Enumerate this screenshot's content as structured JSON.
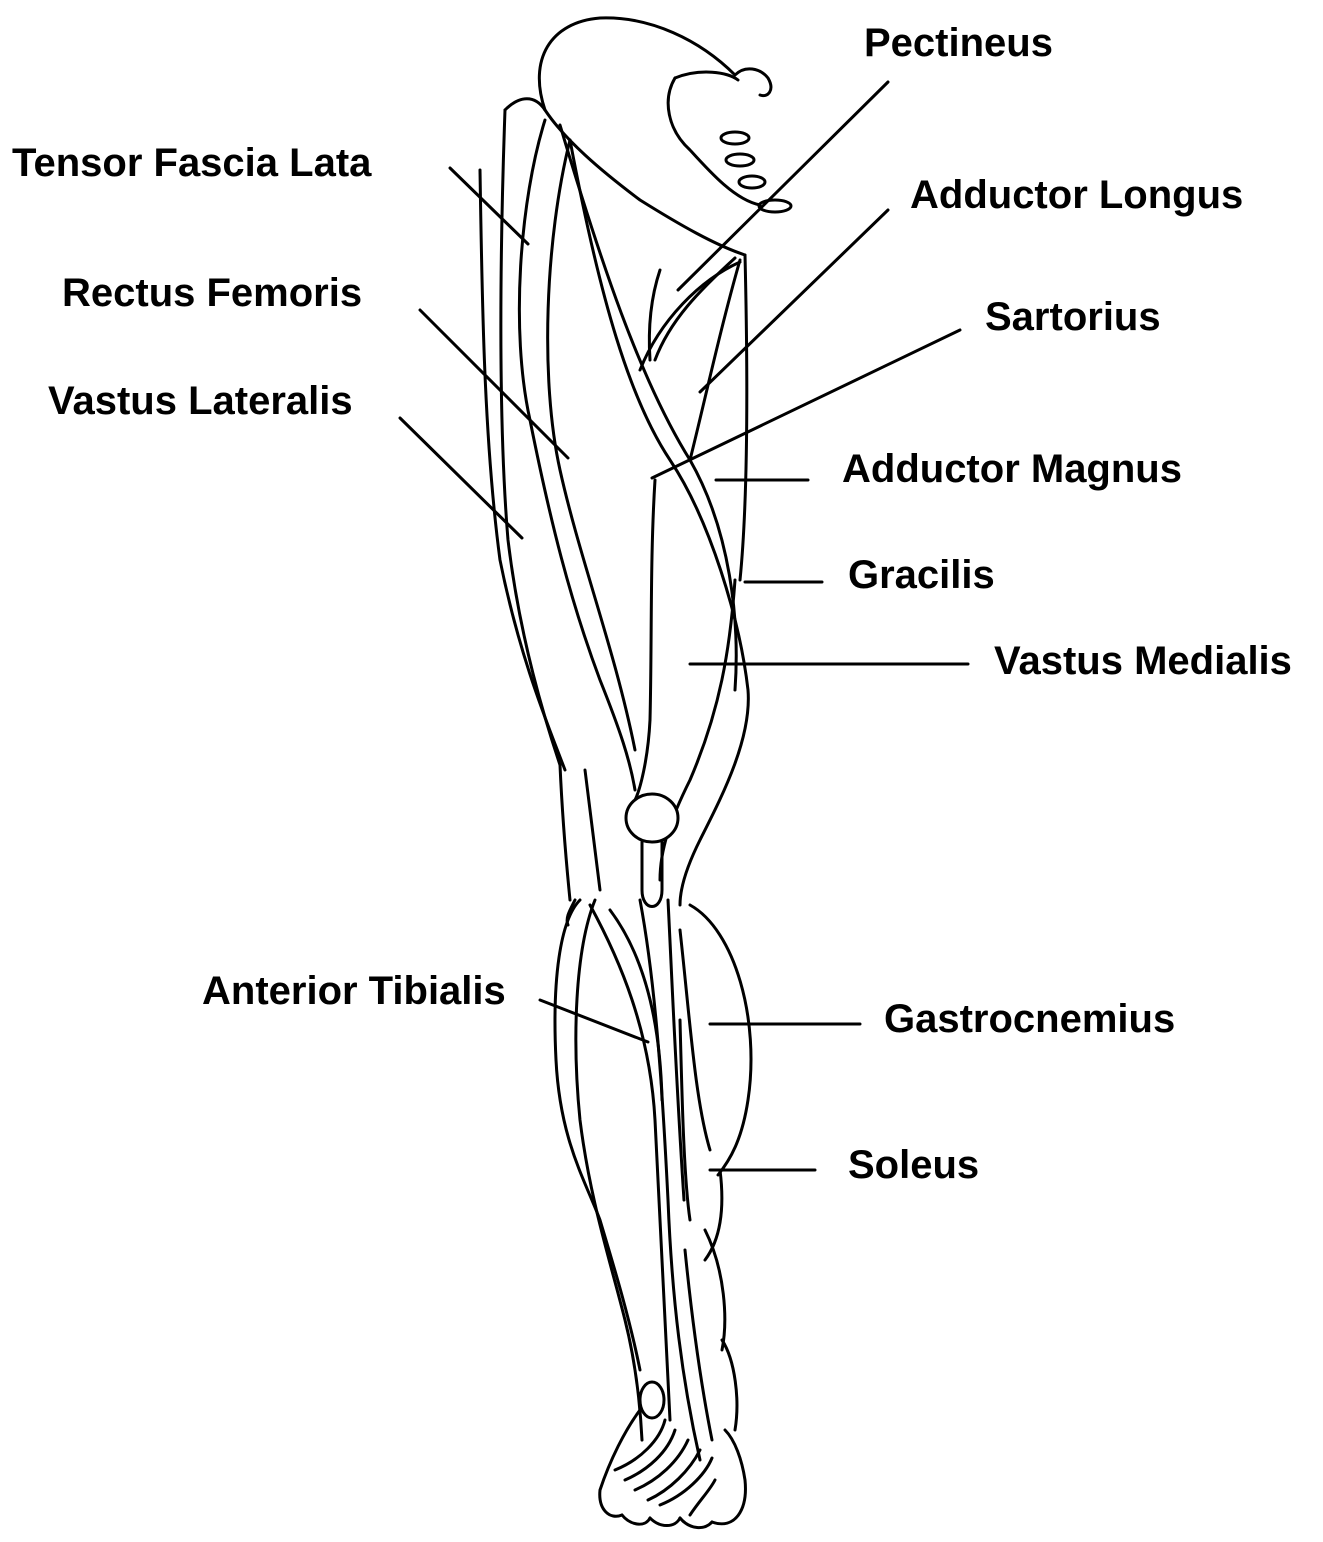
{
  "labels": {
    "pectineus": "Pectineus",
    "tensor_fascia_lata": "Tensor Fascia Lata",
    "adductor_longus": "Adductor Longus",
    "rectus_femoris": "Rectus Femoris",
    "sartorius": "Sartorius",
    "vastus_lateralis": "Vastus Lateralis",
    "adductor_magnus": "Adductor Magnus",
    "gracilis": "Gracilis",
    "vastus_medialis": "Vastus Medialis",
    "anterior_tibialis": "Anterior Tibialis",
    "gastrocnemius": "Gastrocnemius",
    "soleus": "Soleus"
  }
}
